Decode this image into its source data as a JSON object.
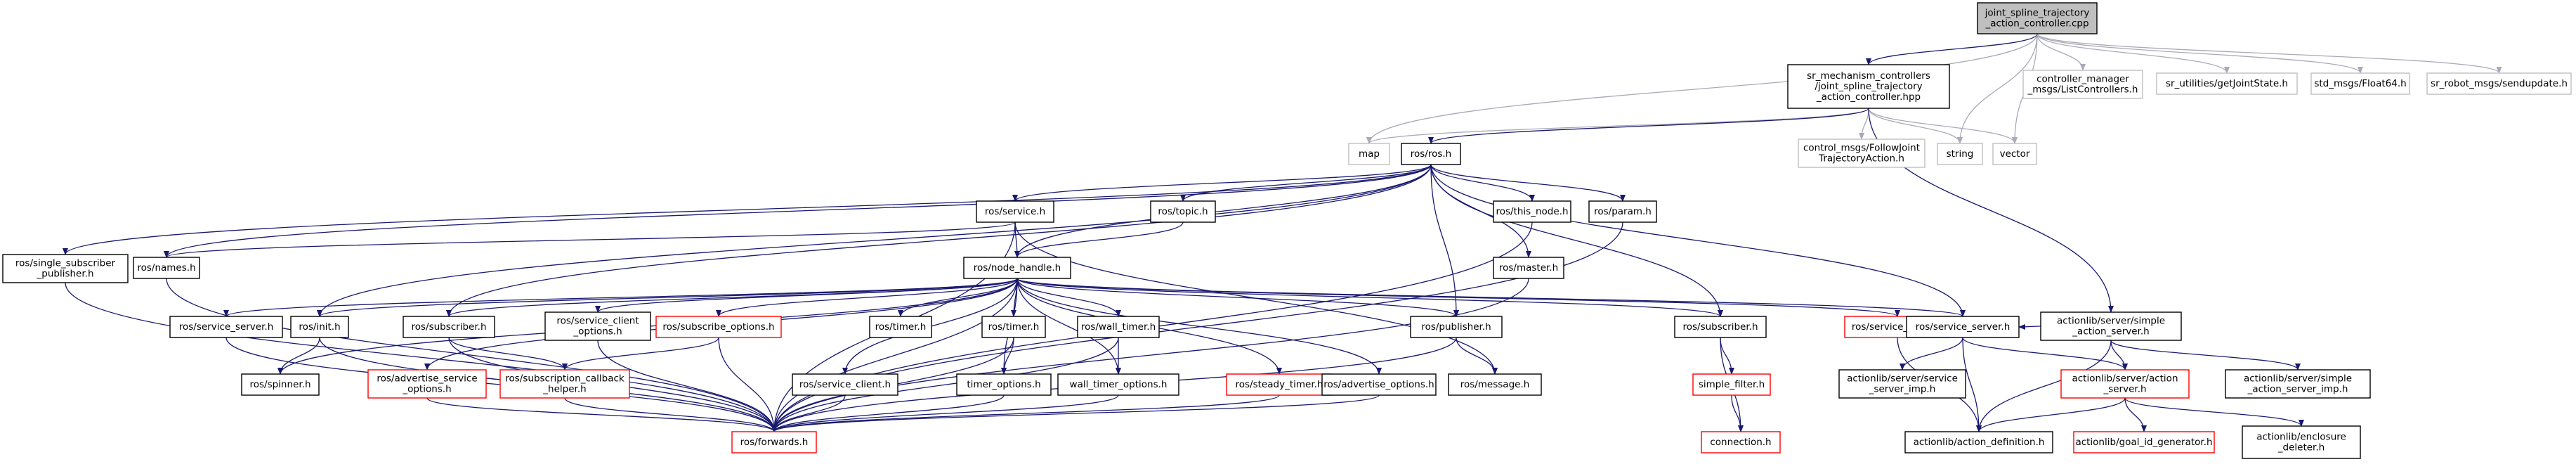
{
  "colors": {
    "edge": "#191970",
    "edge_light": "#a9a9b8",
    "border_normal": "#000000",
    "border_red": "#ff0000",
    "border_gray": "#bfbfbf",
    "root_fill": "#bfbfbf"
  },
  "nodes": {
    "root": {
      "lines": [
        "joint_spline_trajectory",
        "_action_controller.cpp"
      ],
      "kind": "root"
    },
    "jsc_hpp": {
      "lines": [
        "sr_mechanism_controllers",
        "/joint_spline_trajectory",
        "_action_controller.hpp"
      ],
      "kind": "normal"
    },
    "cm_list": {
      "lines": [
        "controller_manager",
        "_msgs/ListControllers.h"
      ],
      "kind": "gray"
    },
    "getjoint": {
      "lines": [
        "sr_utilities/getJointState.h"
      ],
      "kind": "gray"
    },
    "float64": {
      "lines": [
        "std_msgs/Float64.h"
      ],
      "kind": "gray"
    },
    "sendupdate": {
      "lines": [
        "sr_robot_msgs/sendupdate.h"
      ],
      "kind": "gray"
    },
    "map": {
      "lines": [
        "map"
      ],
      "kind": "gray"
    },
    "ros_h": {
      "lines": [
        "ros/ros.h"
      ],
      "kind": "normal"
    },
    "fjta": {
      "lines": [
        "control_msgs/FollowJoint",
        "TrajectoryAction.h"
      ],
      "kind": "gray"
    },
    "string": {
      "lines": [
        "string"
      ],
      "kind": "gray"
    },
    "vector": {
      "lines": [
        "vector"
      ],
      "kind": "gray"
    },
    "single_sub": {
      "lines": [
        "ros/single_subscriber",
        "_publisher.h"
      ],
      "kind": "normal"
    },
    "names": {
      "lines": [
        "ros/names.h"
      ],
      "kind": "normal"
    },
    "service_h": {
      "lines": [
        "ros/service.h"
      ],
      "kind": "normal"
    },
    "topic": {
      "lines": [
        "ros/topic.h"
      ],
      "kind": "normal"
    },
    "this_node": {
      "lines": [
        "ros/this_node.h"
      ],
      "kind": "normal"
    },
    "param": {
      "lines": [
        "ros/param.h"
      ],
      "kind": "normal"
    },
    "master": {
      "lines": [
        "ros/master.h"
      ],
      "kind": "normal"
    },
    "node_handle": {
      "lines": [
        "ros/node_handle.h"
      ],
      "kind": "normal"
    },
    "sass": {
      "lines": [
        "actionlib/server/simple",
        "_action_server.h"
      ],
      "kind": "normal"
    },
    "service_server": {
      "lines": [
        "ros/service_server.h"
      ],
      "kind": "normal"
    },
    "init": {
      "lines": [
        "ros/init.h"
      ],
      "kind": "normal"
    },
    "subscriber_ros": {
      "lines": [
        "ros/subscriber.h"
      ],
      "kind": "normal"
    },
    "service_client_options": {
      "lines": [
        "ros/service_client",
        "_options.h"
      ],
      "kind": "normal"
    },
    "subscribe_options": {
      "lines": [
        "ros/subscribe_options.h"
      ],
      "kind": "red"
    },
    "timer_h": {
      "lines": [
        "ros/timer.h"
      ],
      "kind": "normal"
    },
    "timer": {
      "lines": [
        "ros/timer.h"
      ],
      "kind": "normal"
    },
    "wall_timer": {
      "lines": [
        "ros/wall_timer.h"
      ],
      "kind": "normal"
    },
    "publisher": {
      "lines": [
        "ros/publisher.h"
      ],
      "kind": "normal"
    },
    "subscriber_mf": {
      "lines": [
        "ros/subscriber.h"
      ],
      "kind": "normal"
    },
    "service_client_red": {
      "lines": [
        "ros/service_client.h"
      ],
      "kind": "red"
    },
    "service_server2": {
      "lines": [
        "ros/service_server.h"
      ],
      "kind": "normal"
    },
    "spinner": {
      "lines": [
        "ros/spinner.h"
      ],
      "kind": "normal"
    },
    "advertise_service_options": {
      "lines": [
        "ros/advertise_service",
        "_options.h"
      ],
      "kind": "red"
    },
    "subscription_callback_helper": {
      "lines": [
        "ros/subscription_callback",
        "_helper.h"
      ],
      "kind": "red"
    },
    "service_client_h": {
      "lines": [
        "ros/service_client.h"
      ],
      "kind": "normal"
    },
    "timer_options": {
      "lines": [
        "timer_options.h"
      ],
      "kind": "normal"
    },
    "wall_timer_options": {
      "lines": [
        "wall_timer_options.h"
      ],
      "kind": "normal"
    },
    "steady_timer": {
      "lines": [
        "ros/steady_timer.h"
      ],
      "kind": "red"
    },
    "advertise_options": {
      "lines": [
        "ros/advertise_options.h"
      ],
      "kind": "normal"
    },
    "message": {
      "lines": [
        "ros/message.h"
      ],
      "kind": "normal"
    },
    "simple_filter": {
      "lines": [
        "simple_filter.h"
      ],
      "kind": "red"
    },
    "connection": {
      "lines": [
        "connection.h"
      ],
      "kind": "red"
    },
    "forwards": {
      "lines": [
        "ros/forwards.h"
      ],
      "kind": "red"
    },
    "service_server_imp": {
      "lines": [
        "actionlib/server/service",
        "_server_imp.h"
      ],
      "kind": "normal"
    },
    "action_server": {
      "lines": [
        "actionlib/server/action",
        "_server.h"
      ],
      "kind": "red"
    },
    "sass_imp": {
      "lines": [
        "actionlib/server/simple",
        "_action_server_imp.h"
      ],
      "kind": "normal"
    },
    "action_definition": {
      "lines": [
        "actionlib/action_definition.h"
      ],
      "kind": "normal"
    },
    "goal_id_gen": {
      "lines": [
        "actionlib/goal_id_generator.h"
      ],
      "kind": "red"
    },
    "enclosure_deleter": {
      "lines": [
        "actionlib/enclosure",
        "_deleter.h"
      ],
      "kind": "normal"
    }
  },
  "edges": [
    [
      "root",
      "jsc_hpp"
    ],
    [
      "root",
      "cm_list"
    ],
    [
      "root",
      "getjoint"
    ],
    [
      "root",
      "float64"
    ],
    [
      "root",
      "sendupdate"
    ],
    [
      "root",
      "map"
    ],
    [
      "root",
      "string"
    ],
    [
      "root",
      "vector"
    ],
    [
      "jsc_hpp",
      "map"
    ],
    [
      "jsc_hpp",
      "ros_h"
    ],
    [
      "jsc_hpp",
      "fjta"
    ],
    [
      "jsc_hpp",
      "string"
    ],
    [
      "jsc_hpp",
      "vector"
    ],
    [
      "jsc_hpp",
      "sass"
    ],
    [
      "ros_h",
      "single_sub"
    ],
    [
      "ros_h",
      "names"
    ],
    [
      "ros_h",
      "service_h"
    ],
    [
      "ros_h",
      "topic"
    ],
    [
      "ros_h",
      "this_node"
    ],
    [
      "ros_h",
      "param"
    ],
    [
      "ros_h",
      "master"
    ],
    [
      "ros_h",
      "node_handle"
    ],
    [
      "ros_h",
      "init"
    ],
    [
      "ros_h",
      "subscriber_ros"
    ],
    [
      "ros_h",
      "publisher"
    ],
    [
      "ros_h",
      "subscriber_mf"
    ],
    [
      "ros_h",
      "service_server2"
    ],
    [
      "service_h",
      "names"
    ],
    [
      "service_h",
      "node_handle"
    ],
    [
      "service_h",
      "forwards"
    ],
    [
      "service_h",
      "message"
    ],
    [
      "topic",
      "node_handle"
    ],
    [
      "this_node",
      "forwards"
    ],
    [
      "param",
      "forwards"
    ],
    [
      "master",
      "forwards"
    ],
    [
      "names",
      "forwards"
    ],
    [
      "single_sub",
      "forwards"
    ],
    [
      "node_handle",
      "service_server"
    ],
    [
      "node_handle",
      "init"
    ],
    [
      "node_handle",
      "subscriber_ros"
    ],
    [
      "node_handle",
      "service_client_options"
    ],
    [
      "node_handle",
      "subscribe_options"
    ],
    [
      "node_handle",
      "timer_h"
    ],
    [
      "node_handle",
      "timer"
    ],
    [
      "node_handle",
      "wall_timer"
    ],
    [
      "node_handle",
      "publisher"
    ],
    [
      "node_handle",
      "subscriber_mf"
    ],
    [
      "node_handle",
      "service_client_red"
    ],
    [
      "node_handle",
      "service_server2"
    ],
    [
      "node_handle",
      "spinner"
    ],
    [
      "node_handle",
      "advertise_service_options"
    ],
    [
      "node_handle",
      "service_client_h"
    ],
    [
      "node_handle",
      "timer_options"
    ],
    [
      "node_handle",
      "wall_timer_options"
    ],
    [
      "node_handle",
      "steady_timer"
    ],
    [
      "node_handle",
      "advertise_options"
    ],
    [
      "node_handle",
      "forwards"
    ],
    [
      "service_server",
      "forwards"
    ],
    [
      "init",
      "spinner"
    ],
    [
      "init",
      "forwards"
    ],
    [
      "subscriber_ros",
      "forwards"
    ],
    [
      "subscriber_ros",
      "subscription_callback_helper"
    ],
    [
      "service_client_options",
      "forwards"
    ],
    [
      "subscribe_options",
      "forwards"
    ],
    [
      "subscribe_options",
      "subscription_callback_helper"
    ],
    [
      "timer",
      "timer_options"
    ],
    [
      "timer",
      "forwards"
    ],
    [
      "wall_timer",
      "wall_timer_options"
    ],
    [
      "wall_timer",
      "forwards"
    ],
    [
      "publisher",
      "message"
    ],
    [
      "publisher",
      "forwards"
    ],
    [
      "advertise_service_options",
      "forwards"
    ],
    [
      "subscription_callback_helper",
      "forwards"
    ],
    [
      "service_client_h",
      "forwards"
    ],
    [
      "timer_options",
      "forwards"
    ],
    [
      "wall_timer_options",
      "forwards"
    ],
    [
      "steady_timer",
      "forwards"
    ],
    [
      "advertise_options",
      "forwards"
    ],
    [
      "subscriber_mf",
      "simple_filter"
    ],
    [
      "subscriber_mf",
      "connection"
    ],
    [
      "simple_filter",
      "connection"
    ],
    [
      "service_client_red",
      "action_definition"
    ],
    [
      "service_server2",
      "service_server_imp"
    ],
    [
      "service_server2",
      "action_server"
    ],
    [
      "service_server2",
      "action_definition"
    ],
    [
      "sass",
      "service_server2"
    ],
    [
      "sass",
      "action_server"
    ],
    [
      "sass",
      "sass_imp"
    ],
    [
      "sass",
      "action_definition"
    ],
    [
      "action_server",
      "action_definition"
    ],
    [
      "action_server",
      "goal_id_gen"
    ],
    [
      "action_server",
      "enclosure_deleter"
    ]
  ]
}
